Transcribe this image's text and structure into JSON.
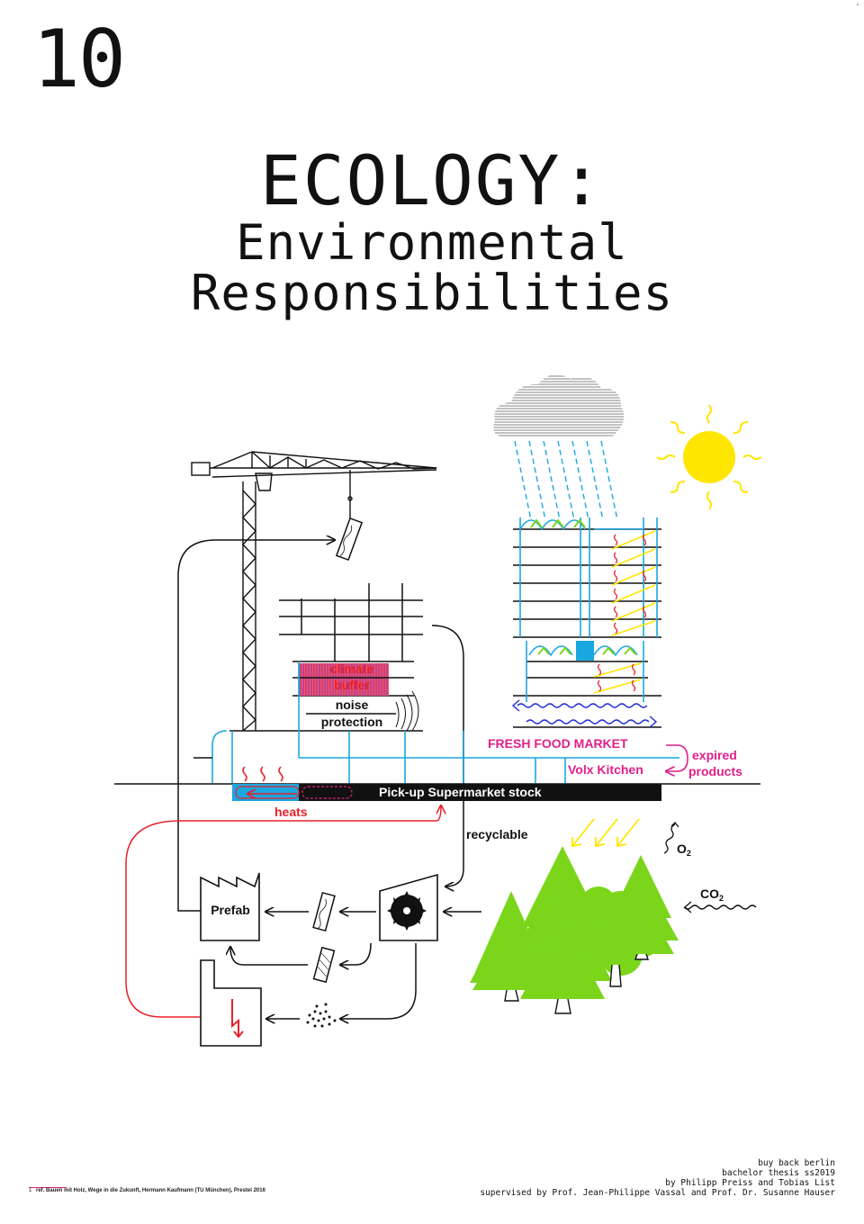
{
  "page_number": "10",
  "title": {
    "main": "ECOLOGY:",
    "line2": "Environmental",
    "line3": "Responsibilities"
  },
  "diagram": {
    "labels": {
      "climate": "climate",
      "buffer": "buffer",
      "noise": "noise",
      "protection": "protection",
      "fresh_food_market": "FRESH FOOD MARKET",
      "volx_kitchen": "Volx Kitchen",
      "expired": "expired",
      "products": "products",
      "pickup_stock": "Pick-up Supermarket stock",
      "heats": "heats",
      "recyclable": "recyclable",
      "prefab": "Prefab",
      "o2": "O",
      "o2_sub": "2",
      "co2": "CO",
      "co2_sub": "2"
    },
    "colors": {
      "black": "#111111",
      "cyan": "#1aa7e0",
      "red": "#e8202a",
      "magenta": "#e0208a",
      "yellow": "#ffe600",
      "green": "#7bd61b",
      "blue": "#1f2ed8"
    },
    "icons": [
      "crane-icon",
      "cloud-icon",
      "rain-icon",
      "sun-icon",
      "factory-icon",
      "power-plant-icon",
      "saw-blade-icon",
      "timber-plank-icon",
      "wood-chips-icon",
      "tree-icon"
    ]
  },
  "footer": {
    "credits": [
      "buy back berlin",
      "bachelor thesis ss2019",
      "by Philipp Preiss and Tobias List",
      "supervised by Prof. Jean-Philippe Vassal and Prof. Dr. Susanne Hauser"
    ],
    "ref_number": "1",
    "reference": "ref. Bauen mit Holz, Wege in die Zukunft, Hermann Kaufmann (TU München), Prestel 2016"
  }
}
